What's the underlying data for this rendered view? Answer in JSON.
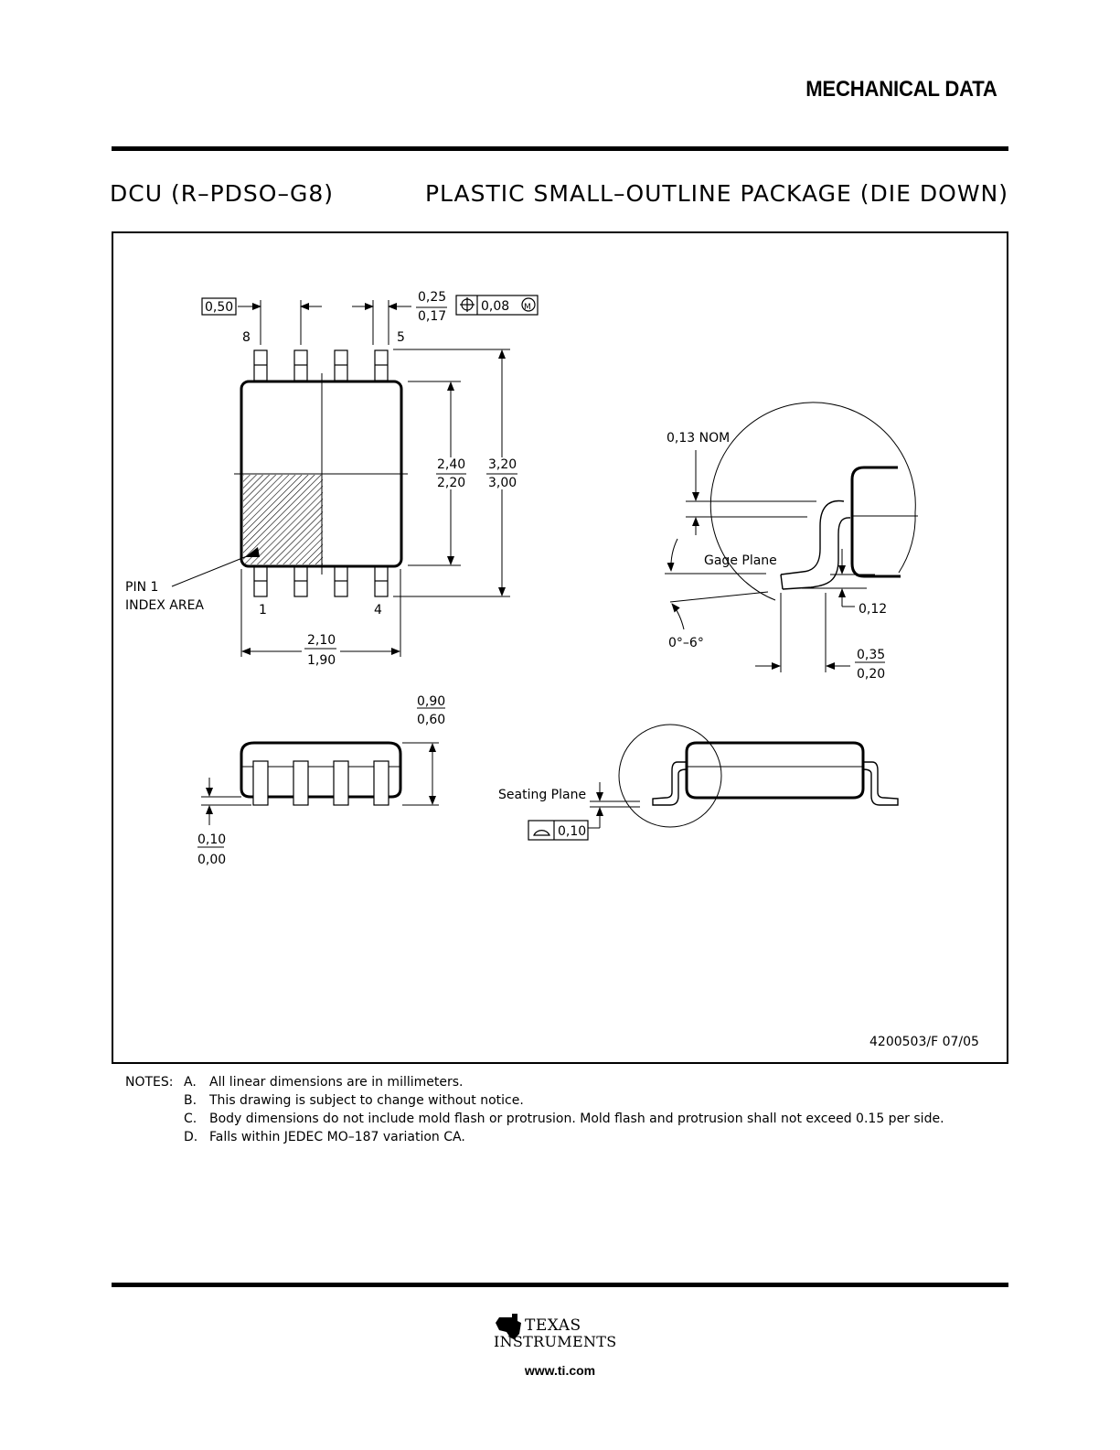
{
  "header": {
    "title": "MECHANICAL DATA"
  },
  "package": {
    "code": "DCU (R–PDSO–G8)",
    "description": "PLASTIC SMALL–OUTLINE PACKAGE (DIE DOWN)"
  },
  "drawing": {
    "top_view": {
      "pitch": "0,50",
      "lead_width_max": "0,25",
      "lead_width_min": "0,17",
      "position_tolerance": "0,08",
      "modifier": "M",
      "pin_8": "8",
      "pin_5": "5",
      "pin_1": "1",
      "pin_4": "4",
      "body_length_max": "2,40",
      "body_length_min": "2,20",
      "overall_length_max": "3,20",
      "overall_length_min": "3,00",
      "body_width_max": "2,10",
      "body_width_min": "1,90",
      "pin1_label_line1": "PIN 1",
      "pin1_label_line2": "INDEX AREA"
    },
    "detail_view": {
      "lead_thickness": "0,13 NOM",
      "gage_plane": "Gage Plane",
      "gage_height": "0,12",
      "angle": "0°–6°",
      "foot_length_max": "0,35",
      "foot_length_min": "0,20"
    },
    "side_view": {
      "height_max": "0,90",
      "height_min": "0,60",
      "standoff_max": "0,10",
      "standoff_min": "0,00"
    },
    "end_view": {
      "seating_plane": "Seating Plane",
      "coplanarity": "0,10"
    },
    "drawing_number": "4200503/F  07/05"
  },
  "notes": {
    "label": "NOTES:",
    "items": [
      {
        "letter": "A.",
        "text": "All linear dimensions are in millimeters."
      },
      {
        "letter": "B.",
        "text": "This drawing is subject to change without notice."
      },
      {
        "letter": "C.",
        "text": "Body dimensions do not include mold flash or protrusion. Mold flash and protrusion shall not exceed 0.15 per side."
      },
      {
        "letter": "D.",
        "text": "Falls within JEDEC MO–187 variation CA."
      }
    ]
  },
  "footer": {
    "brand_line1": "TEXAS",
    "brand_line2": "INSTRUMENTS",
    "url": "www.ti.com"
  }
}
